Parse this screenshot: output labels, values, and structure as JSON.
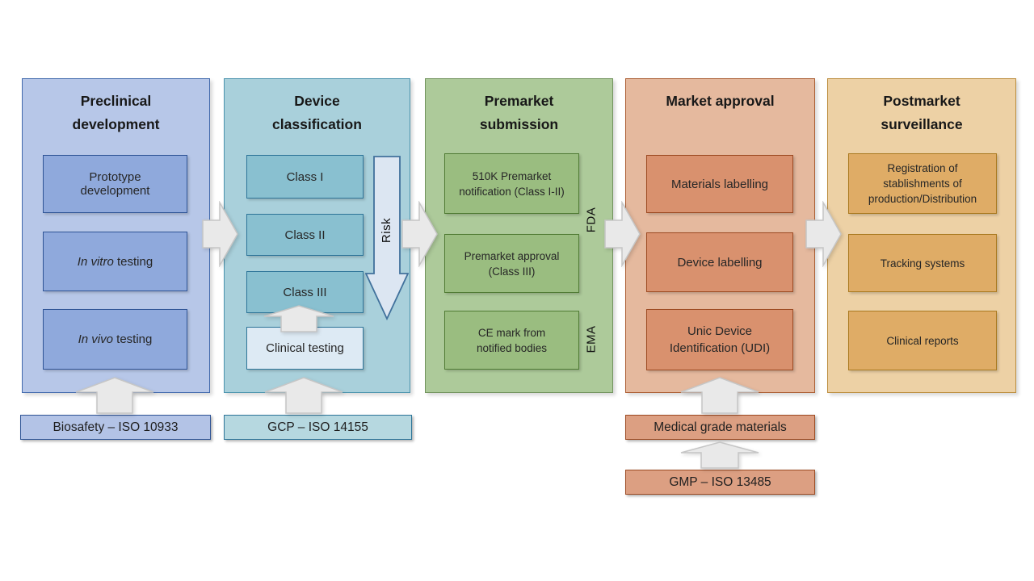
{
  "columns": [
    {
      "title": "Preclinical development",
      "boxes": {
        "prototype": "Prototype development",
        "invitro_italic": "In vitro",
        "invitro_rest": " testing",
        "invivo_italic": "In vivo",
        "invivo_rest": " testing"
      },
      "footer": "Biosafety – ISO 10933"
    },
    {
      "title": "Device classification",
      "boxes": {
        "class1": "Class I",
        "class2": "Class II",
        "class3": "Class III",
        "clinical": "Clinical testing"
      },
      "risk_label": "Risk",
      "footer": "GCP – ISO 14155"
    },
    {
      "title": "Premarket submission",
      "boxes": {
        "k510": "510K Premarket notification (Class I-II)",
        "pma": "Premarket approval (Class III)",
        "ce": "CE mark from notified bodies"
      },
      "side_labels": {
        "fda": "FDA",
        "ema": "EMA"
      }
    },
    {
      "title": "Market approval",
      "boxes": {
        "materials": "Materials labelling",
        "device": "Device labelling",
        "udi": "Unic Device Identification (UDI)"
      },
      "footer": "Medical grade materials",
      "footer2": "GMP – ISO 13485"
    },
    {
      "title": "Postmarket surveillance",
      "boxes": {
        "registration": "Registration of stablishments of production/Distribution",
        "tracking": "Tracking systems",
        "reports": "Clinical reports"
      }
    }
  ],
  "colors": {
    "col1_bg": "#b7c7e8",
    "col1_box": "#8fa9dc",
    "col1_border": "#2f5496",
    "col2_bg": "#a9d0db",
    "col2_box": "#89c0d0",
    "col2_border": "#2e7599",
    "clinical_bg": "#ddeaf4",
    "col3_bg": "#adca9a",
    "col3_box": "#9abd80",
    "col3_border": "#507b34",
    "col4_bg": "#e5b99e",
    "col4_box": "#d9916e",
    "col4_border": "#9c4a22",
    "col5_bg": "#edd1a5",
    "col5_box": "#dfac66",
    "col5_border": "#aa7a20",
    "flow_arrow_fill": "#e9e9e9",
    "flow_arrow_stroke": "#c6c6c6",
    "risk_arrow_fill": "#dce6f2",
    "risk_arrow_stroke": "#41719c"
  }
}
